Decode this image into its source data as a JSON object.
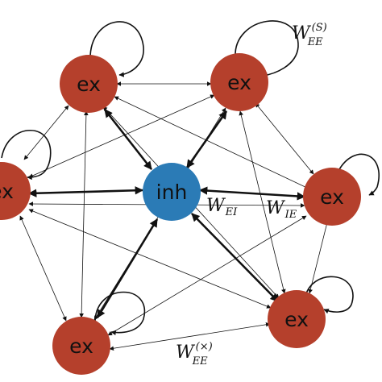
{
  "diagram": {
    "nodes": {
      "ex_top_left": {
        "label": "ex"
      },
      "ex_top_right": {
        "label": "ex"
      },
      "ex_left": {
        "label": "ex"
      },
      "ex_right": {
        "label": "ex"
      },
      "ex_bottom_left": {
        "label": "ex"
      },
      "ex_bottom_right": {
        "label": "ex"
      },
      "inh_center": {
        "label": "inh"
      }
    },
    "labels": {
      "w_ee_s": {
        "main": "W",
        "sub": "EE",
        "sup": "(S)"
      },
      "w_ei": {
        "main": "W",
        "sub": "EI"
      },
      "w_ie": {
        "main": "W",
        "sub": "IE"
      },
      "w_ee_x": {
        "main": "W",
        "sub": "EE",
        "sup": "(×)"
      }
    },
    "colors": {
      "excitatory": "#b5402c",
      "inhibitory": "#2b7bb6",
      "edge": "#111111"
    }
  }
}
